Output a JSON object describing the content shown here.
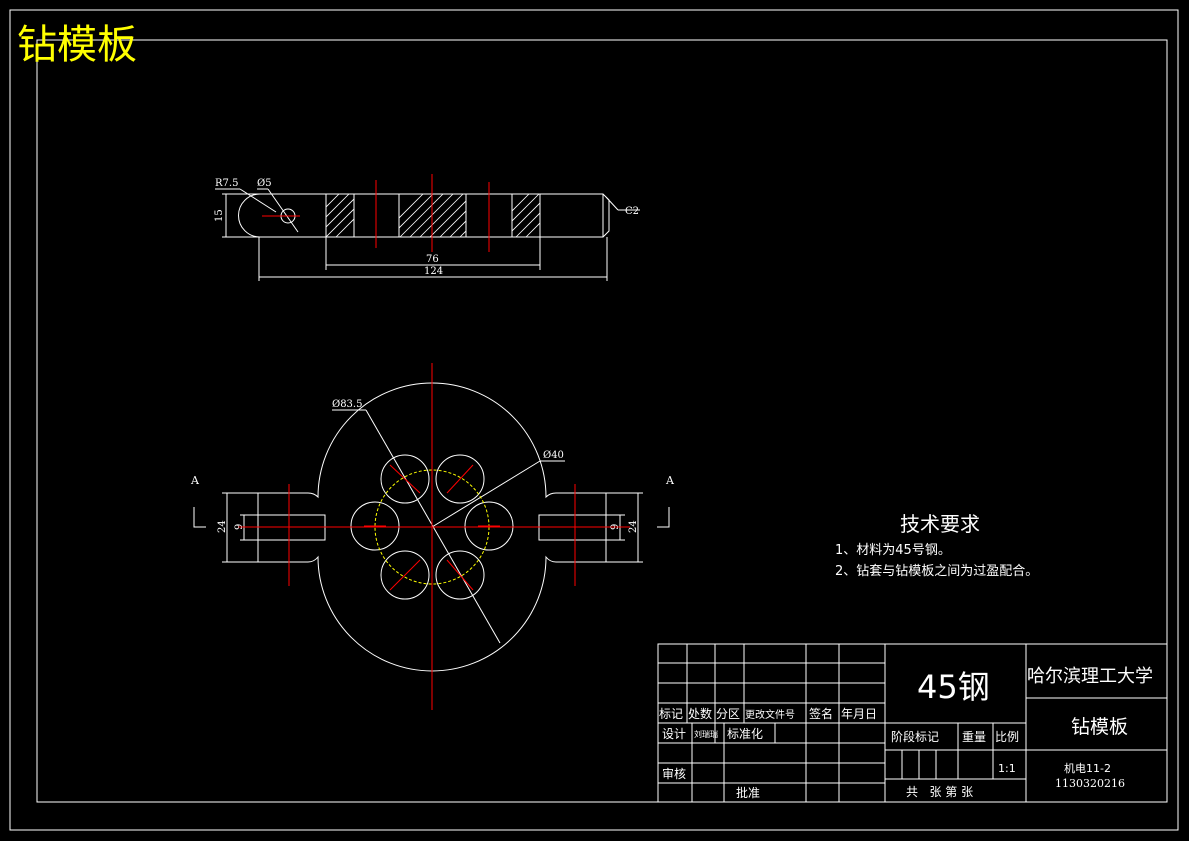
{
  "sheet_title": "钻模板",
  "colors": {
    "background": "#000000",
    "outline": "#ffffff",
    "centerline": "#ff0000",
    "title_text": "#ffff00",
    "hatch": "#ffffff",
    "hidden": "#ffff00"
  },
  "section_view": {
    "dims": {
      "radius_label": "R7.5",
      "hole_label": "Ø5",
      "height_label": "15",
      "inner_length": "76",
      "total_length": "124",
      "chamfer_label": "C2"
    }
  },
  "plan_view": {
    "dims": {
      "outer_dia_label": "Ø83.5",
      "pcd_label": "Ø40",
      "left_width": "24",
      "left_slot": "9",
      "right_width": "24",
      "right_slot": "9"
    },
    "section_marks": {
      "left": "A",
      "right": "A"
    }
  },
  "tech_requirements": {
    "heading": "技术要求",
    "items": [
      "1、材料为45号钢。",
      "2、钻套与钻模板之间为过盈配合。"
    ]
  },
  "title_block": {
    "material": "45钢",
    "school": "哈尔滨理工大学",
    "part_name": "钻模板",
    "headers": [
      "标记",
      "处数",
      "分区",
      "更改文件号",
      "签名",
      "年月日"
    ],
    "design_label": "设计",
    "designer": "刘瑞瑞",
    "standardize_label": "标准化",
    "review_label": "审核",
    "approve_label": "批准",
    "stage_label": "阶段标记",
    "weight_label": "重量",
    "scale_label": "比例",
    "scale_value": "1:1",
    "class": "机电11-2",
    "student_id": "1130320216",
    "sheets_label": "共   张 第 张"
  }
}
